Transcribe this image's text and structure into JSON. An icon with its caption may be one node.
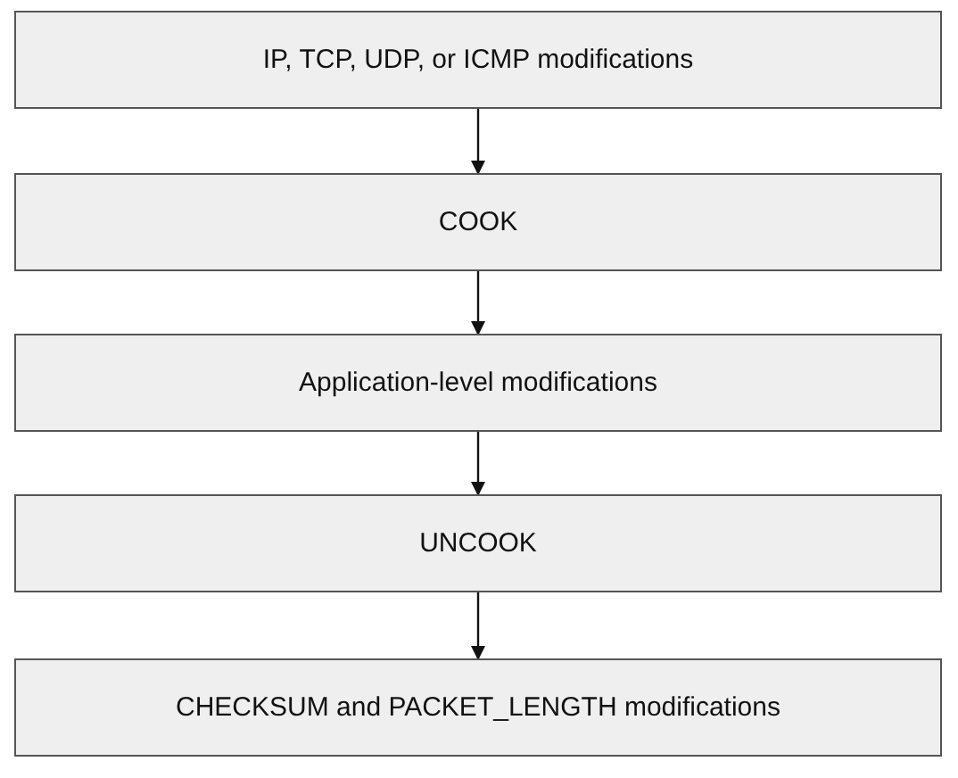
{
  "diagram": {
    "nodes": [
      {
        "text": [
          "IP, TCP, UDP, or ICMP modifications"
        ]
      },
      {
        "text": [
          "COOK"
        ]
      },
      {
        "text": [
          "Application-level modifications"
        ]
      },
      {
        "text": [
          "UNCOOK"
        ]
      },
      {
        "text": [
          "CHECKSUM and PACKET_LENGTH modifications"
        ]
      }
    ],
    "edges": [
      {
        "from": 0,
        "to": 1,
        "arrow": "to"
      },
      {
        "from": 1,
        "to": 2,
        "arrow": "to"
      },
      {
        "from": 2,
        "to": 3,
        "arrow": "to"
      },
      {
        "from": 3,
        "to": 4,
        "arrow": "to"
      }
    ]
  }
}
